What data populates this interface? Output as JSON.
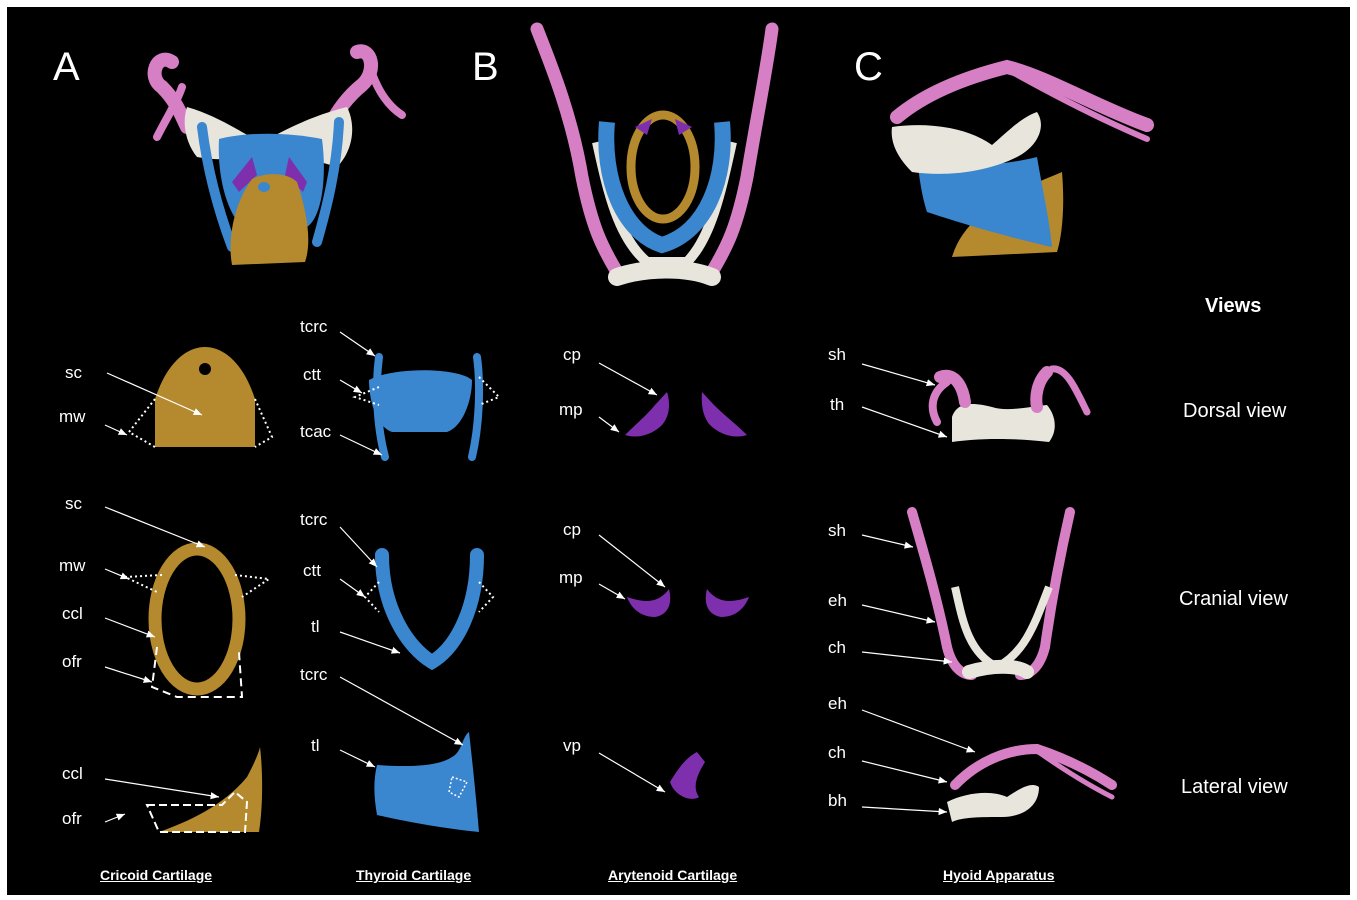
{
  "panel_letters": [
    "A",
    "B",
    "C"
  ],
  "views_heading": "Views",
  "views": [
    "Dorsal view",
    "Cranial view",
    "Lateral view"
  ],
  "captions": [
    "Cricoid Cartilage",
    "Thyroid Cartilage",
    "Arytenoid Cartilage",
    "Hyoid Apparatus"
  ],
  "labels": {
    "cricoid": {
      "dorsal": [
        "sc",
        "mw"
      ],
      "cranial": [
        "sc",
        "mw",
        "ccl",
        "ofr"
      ],
      "lateral": [
        "ccl",
        "ofr"
      ]
    },
    "thyroid": {
      "dorsal": [
        "tcrc",
        "ctt",
        "tcac"
      ],
      "cranial": [
        "tcrc",
        "ctt",
        "tl"
      ],
      "lateral": [
        "tcrc",
        "tl"
      ]
    },
    "arytenoid": {
      "dorsal": [
        "cp",
        "mp"
      ],
      "cranial": [
        "cp",
        "mp"
      ],
      "lateral": [
        "vp"
      ]
    },
    "hyoid": {
      "dorsal": [
        "sh",
        "th"
      ],
      "cranial": [
        "sh",
        "eh",
        "ch"
      ],
      "lateral": [
        "eh",
        "ch",
        "bh"
      ]
    }
  },
  "colors": {
    "background": "#000000",
    "cricoid": "#b5892e",
    "thyroid": "#3a86cf",
    "arytenoid": "#7e2fae",
    "hyoid_pink": "#d77fc4",
    "hyoid_white": "#e8e6dc",
    "text": "#ffffff"
  }
}
